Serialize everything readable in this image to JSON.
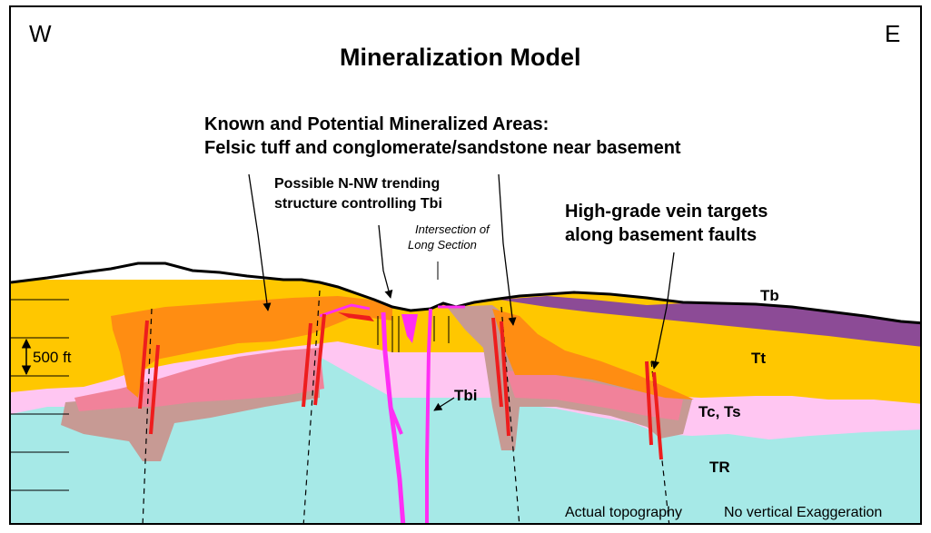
{
  "diagram": {
    "west": "W",
    "east": "E",
    "title": "Mineralization Model",
    "callout_known_line1": "Known and Potential Mineralized Areas:",
    "callout_known_line2": "Felsic tuff and conglomerate/sandstone near basement",
    "callout_structure_line1": "Possible N-NW trending",
    "callout_structure_line2": "structure controlling Tbi",
    "callout_intersection_line1": "Intersection of",
    "callout_intersection_line2": "Long Section",
    "callout_vein_line1": "High-grade vein targets",
    "callout_vein_line2": "along basement faults",
    "scale_label": "500 ft",
    "units": {
      "tb": "Tb",
      "tt": "Tt",
      "tc_ts": "Tc, Ts",
      "triassic": "TR",
      "tbi": "Tbi"
    },
    "footer_left": "Actual topography",
    "footer_right": "No vertical Exaggeration"
  },
  "colors": {
    "basement": "#a6e9e7",
    "tc_ts": "#ffc6f2",
    "tt": "#ffc700",
    "tb": "#8c4b96",
    "mineralized_tt": "#ff8d12",
    "mineralized_tc": "#f1829a",
    "alteration": "#c79a94",
    "tbi_dike": "#ff2ef4",
    "fault": "#ee1d1d"
  }
}
